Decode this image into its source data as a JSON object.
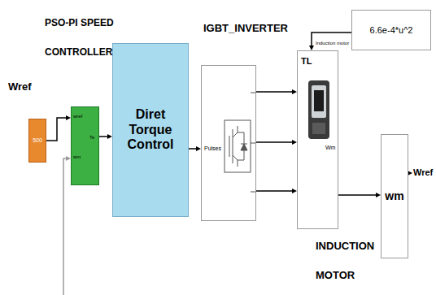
{
  "diagram": {
    "nodes": [
      {
        "text": [
          "500"
        ]
      },
      {
        "text": [
          "wref",
          "wm",
          "Te"
        ]
      },
      {
        "text": [
          "Diret Torque Control"
        ]
      },
      {
        "text": [
          "Pulses"
        ]
      },
      {
        "text": [
          "TL",
          "Wm"
        ]
      },
      {
        "text": [
          "6.6e-4*u^2"
        ]
      },
      {
        "text": [
          "wm"
        ]
      }
    ],
    "edges": [
      {
        "from": 0,
        "to": 1,
        "arrow": "to"
      },
      {
        "from": 1,
        "to": 2,
        "arrow": "to"
      },
      {
        "from": 2,
        "to": 3,
        "arrow": "to"
      },
      {
        "from": 3,
        "to": 4,
        "arrow": "to"
      },
      {
        "from": 5,
        "to": 4,
        "arrow": "to"
      },
      {
        "from": 4,
        "to": 6,
        "arrow": "to"
      }
    ],
    "labels": [
      "PSO-PI SPEED CONTROLLER",
      "Wref",
      "IGBT_INVERTER",
      "Induction motor",
      "INDUCTION MOTOR",
      "Wref"
    ]
  }
}
